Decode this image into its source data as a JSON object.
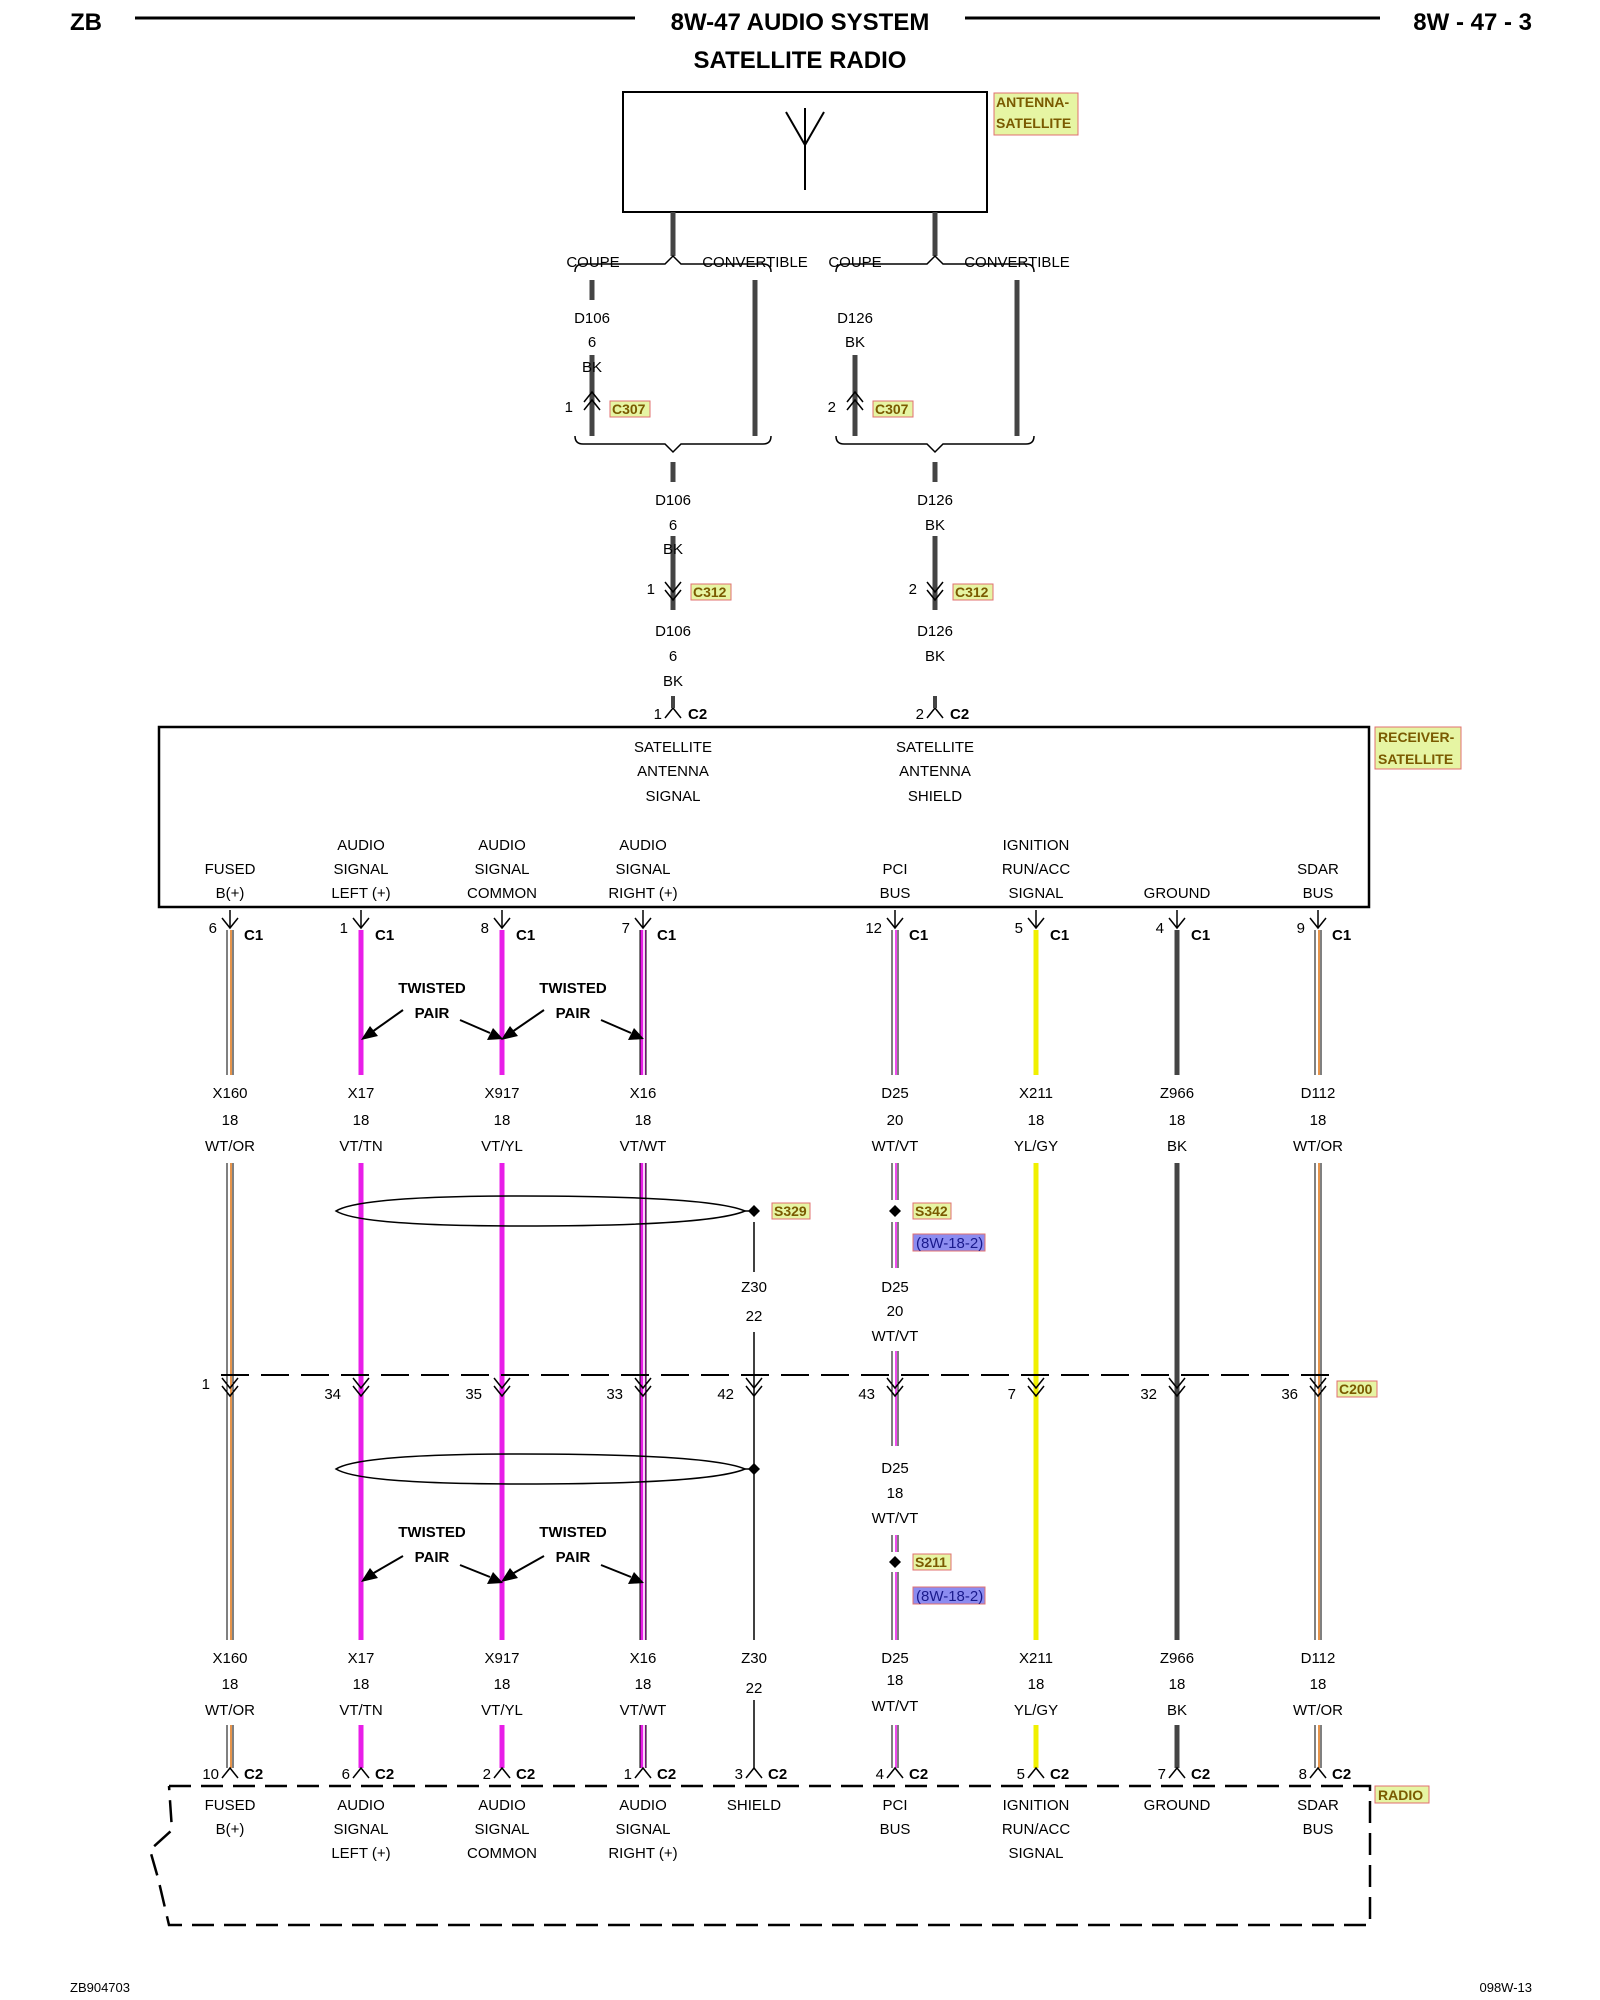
{
  "header": {
    "left": "ZB",
    "title": "8W-47 AUDIO SYSTEM",
    "subtitle": "SATELLITE RADIO",
    "right": "8W - 47 - 3"
  },
  "footer": {
    "left": "ZB904703",
    "right": "098W-13"
  },
  "components": {
    "antenna": [
      "ANTENNA-",
      "SATELLITE"
    ],
    "receiver": [
      "RECEIVER-",
      "SATELLITE"
    ],
    "radio": "RADIO"
  },
  "connectors": {
    "c307": "C307",
    "c312": "C312",
    "c1": "C1",
    "c2": "C2",
    "c200": "C200",
    "s329": "S329",
    "s342": "S342",
    "s211": "S211",
    "ref_8w_18_2": "(8W-18-2)"
  },
  "options": {
    "coupe": "COUPE",
    "convertible": "CONVERTIBLE"
  },
  "antenna_circuits": [
    {
      "id": "D106",
      "gauge": "6",
      "color": "BK",
      "c307_pin": "1",
      "c312_pin": "1",
      "c2_pin": "1",
      "receiver_label": [
        "SATELLITE",
        "ANTENNA",
        "SIGNAL"
      ]
    },
    {
      "id": "D126",
      "color": "BK",
      "c307_pin": "2",
      "c312_pin": "2",
      "c2_pin": "2",
      "receiver_label": [
        "SATELLITE",
        "ANTENNA",
        "SHIELD"
      ]
    }
  ],
  "lower_antenna_gauge_d126": "",
  "receiver_pins": [
    {
      "label": [
        "",
        "FUSED",
        "B(+)"
      ],
      "c1_pin": "6"
    },
    {
      "label": [
        "AUDIO",
        "SIGNAL",
        "LEFT (+)"
      ],
      "c1_pin": "1"
    },
    {
      "label": [
        "AUDIO",
        "SIGNAL",
        "COMMON"
      ],
      "c1_pin": "8"
    },
    {
      "label": [
        "AUDIO",
        "SIGNAL",
        "RIGHT (+)"
      ],
      "c1_pin": "7"
    },
    {
      "label": [
        "",
        "PCI",
        "BUS"
      ],
      "c1_pin": "12"
    },
    {
      "label": [
        "IGNITION",
        "RUN/ACC",
        "SIGNAL"
      ],
      "c1_pin": "5"
    },
    {
      "label": [
        "",
        "",
        "GROUND"
      ],
      "c1_pin": "4"
    },
    {
      "label": [
        "",
        "SDAR",
        "BUS"
      ],
      "c1_pin": "9"
    }
  ],
  "twisted_pair": [
    "TWISTED",
    "PAIR"
  ],
  "upper_wires": [
    {
      "id": "X160",
      "gauge": "18",
      "color": "WT/OR"
    },
    {
      "id": "X17",
      "gauge": "18",
      "color": "VT/TN"
    },
    {
      "id": "X917",
      "gauge": "18",
      "color": "VT/YL"
    },
    {
      "id": "X16",
      "gauge": "18",
      "color": "VT/WT"
    },
    {
      "id": "D25",
      "gauge": "20",
      "color": "WT/VT"
    },
    {
      "id": "X211",
      "gauge": "18",
      "color": "YL/GY"
    },
    {
      "id": "Z966",
      "gauge": "18",
      "color": "BK"
    },
    {
      "id": "D112",
      "gauge": "18",
      "color": "WT/OR"
    }
  ],
  "shield_wire": {
    "id": "Z30",
    "gauge": "22"
  },
  "d25_mid": {
    "id": "D25",
    "gauge": "20",
    "color": "WT/VT"
  },
  "d25_lower": {
    "id": "D25",
    "gauge": "18",
    "color": "WT/VT"
  },
  "c200_pins": [
    "1",
    "34",
    "35",
    "33",
    "42",
    "43",
    "7",
    "32",
    "36"
  ],
  "lower_wires": [
    {
      "id": "X160",
      "gauge": "18",
      "color": "WT/OR"
    },
    {
      "id": "X17",
      "gauge": "18",
      "color": "VT/TN"
    },
    {
      "id": "X917",
      "gauge": "18",
      "color": "VT/YL"
    },
    {
      "id": "X16",
      "gauge": "18",
      "color": "VT/WT"
    },
    {
      "id": "Z30",
      "gauge": "22",
      "color": ""
    },
    {
      "id": "D25",
      "gauge": "18",
      "color": "WT/VT"
    },
    {
      "id": "X211",
      "gauge": "18",
      "color": "YL/GY"
    },
    {
      "id": "Z966",
      "gauge": "18",
      "color": "BK"
    },
    {
      "id": "D112",
      "gauge": "18",
      "color": "WT/OR"
    }
  ],
  "radio_pins": [
    {
      "c2_pin": "10",
      "label": [
        "FUSED",
        "B(+)",
        ""
      ]
    },
    {
      "c2_pin": "6",
      "label": [
        "AUDIO",
        "SIGNAL",
        "LEFT (+)"
      ]
    },
    {
      "c2_pin": "2",
      "label": [
        "AUDIO",
        "SIGNAL",
        "COMMON"
      ]
    },
    {
      "c2_pin": "1",
      "label": [
        "AUDIO",
        "SIGNAL",
        "RIGHT (+)"
      ]
    },
    {
      "c2_pin": "3",
      "label": [
        "SHIELD",
        "",
        ""
      ]
    },
    {
      "c2_pin": "4",
      "label": [
        "PCI",
        "BUS",
        ""
      ]
    },
    {
      "c2_pin": "5",
      "label": [
        "IGNITION",
        "RUN/ACC",
        "SIGNAL"
      ]
    },
    {
      "c2_pin": "7",
      "label": [
        "GROUND",
        "",
        ""
      ]
    },
    {
      "c2_pin": "8",
      "label": [
        "SDAR",
        "BUS",
        ""
      ]
    }
  ],
  "colors": {
    "white": "#ffffff",
    "orange": "#e07a1e",
    "violet": "#e81ee8",
    "tan": "#c8a66a",
    "yellow": "#f0f000",
    "gray": "#8c8c8c",
    "black": "#111111",
    "darkgray": "#444444",
    "label_bg": "#e6f5a3",
    "label_border": "#e07070",
    "label_text": "#7a5a00",
    "ref_bg": "#8c8cf0",
    "ref_text": "#1a1a8c"
  }
}
